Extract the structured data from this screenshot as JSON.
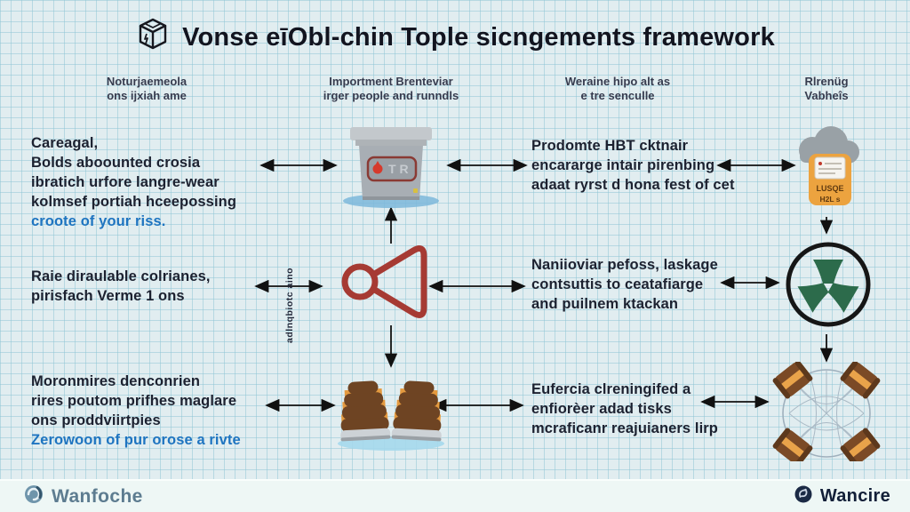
{
  "title": {
    "text": "Vonse eīObl-chin Tople sicngements framework"
  },
  "headers": [
    {
      "line1": "Noturjaemeola",
      "line2": "ons ijxiah ame"
    },
    {
      "line1": "Importment Brenteviar",
      "line2": "irger people and runndls"
    },
    {
      "line1": "Weraine hipo alt as",
      "line2": "e tre senculle"
    },
    {
      "line1": "Rlrenüg",
      "line2": "Vabheîs"
    }
  ],
  "left_column": {
    "block1": {
      "lines": [
        "Careagal,",
        "Bolds aboounted crosia",
        "ibratich urfore langre-wear",
        "kolmsef portiah hceepossing"
      ],
      "highlight": "croote of your riss."
    },
    "block2": {
      "lines": [
        "Raie diraulable colrianes,",
        "pirisfach Verme 1 ons"
      ]
    },
    "block3": {
      "lines": [
        "Moronmires denconrien",
        "rires poutom prifhes maglare",
        "ons proddviirtpies"
      ],
      "highlight": "Zerowoon of pur orose a rivte"
    }
  },
  "right_column": {
    "block1": {
      "lines": [
        "Prodomte HBT cktnair",
        "encararge intair pirenbing",
        "adaat ryrst d hona fest of cet"
      ]
    },
    "block2": {
      "lines": [
        "Naniioviar pefoss, laskage",
        "contsuttis to ceatafiarge",
        "and puilnem ktackan"
      ]
    },
    "block3": {
      "lines": [
        "Eufercia clreningifed a",
        "enfiorèer adad tisks",
        "mcraficanr reajuianers lirp"
      ]
    }
  },
  "vertical_label": "adlnqbiotc aino",
  "machine": {
    "panel_text": "TR"
  },
  "lock": {
    "line1": "LUSQE",
    "line2": "H2L s"
  },
  "footer": {
    "left_brand": "Wanfoche",
    "right_brand": "Wancire"
  },
  "colors": {
    "highlight_blue": "#1e74c0",
    "funnel_red": "#a63a33",
    "lock_orange": "#eca33f",
    "hive_brown": "#6e4423",
    "stripe_orange": "#e49a3f",
    "spoke_green": "#2c6b4b",
    "arrow_black": "#111111",
    "brand_left": "#5d7c90",
    "brand_right": "#121f38"
  }
}
